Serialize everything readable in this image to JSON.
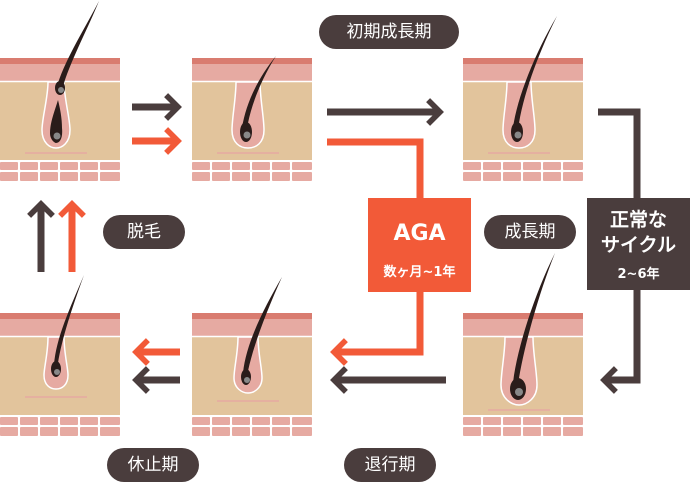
{
  "colors": {
    "dark": "#4a3d3d",
    "accent": "#f25a38",
    "skin_top": "#d97c70",
    "skin_mid": "#e6aaa2",
    "skin_tan": "#e2c49c",
    "hair": "#2a1c1a"
  },
  "stages": {
    "early_anagen": "初期成長期",
    "anagen": "成長期",
    "catagen": "退行期",
    "telogen": "休止期",
    "shedding": "脱毛"
  },
  "aga_box": {
    "title": "AGA",
    "duration": "数ヶ月~1年"
  },
  "normal_box": {
    "title_line1": "正常な",
    "title_line2": "サイクル",
    "duration": "2~6年"
  }
}
